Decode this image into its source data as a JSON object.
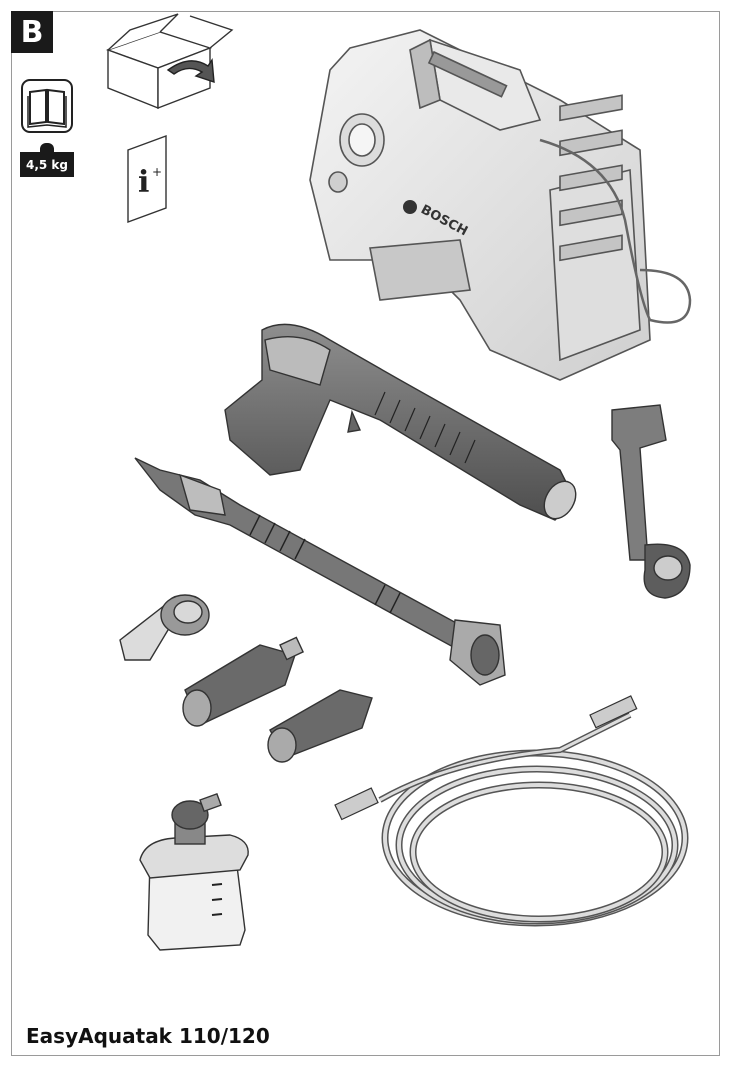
{
  "badge": {
    "letter": "B"
  },
  "weight": {
    "label": "4,5 kg"
  },
  "manual": {
    "icon": "book-icon"
  },
  "info": {
    "icon": "info-plus-icon",
    "text": "i"
  },
  "box": {
    "icon": "open-box-icon"
  },
  "pressure_washer": {
    "brand": "BOSCH"
  },
  "footer": {
    "product_name": "EasyAquatak 110/120"
  }
}
